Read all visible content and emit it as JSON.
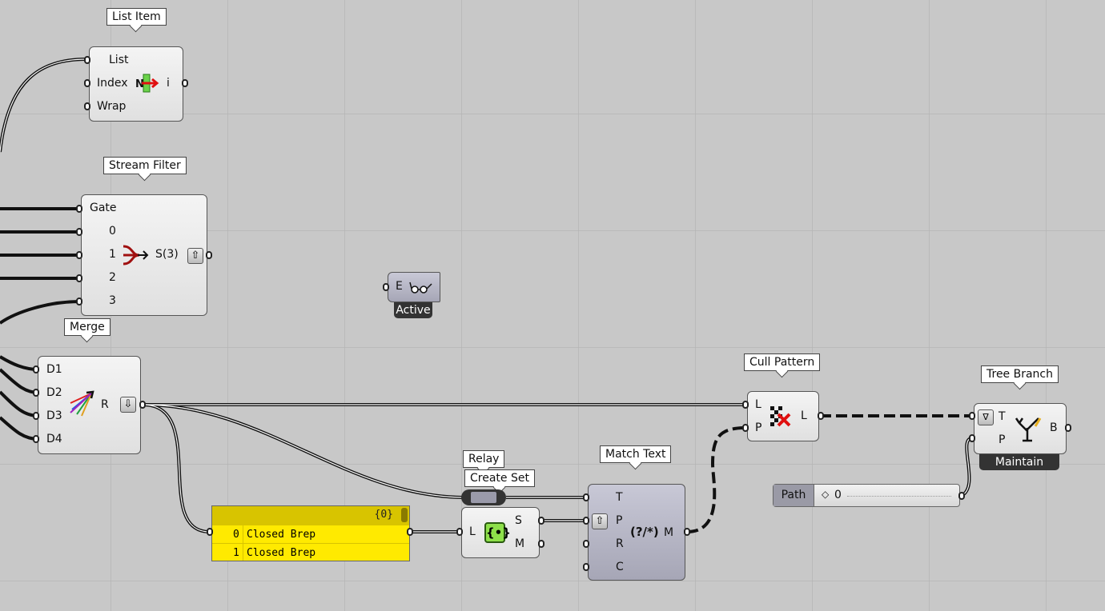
{
  "tooltips": {
    "list_item": "List Item",
    "stream_filter": "Stream Filter",
    "merge": "Merge",
    "relay": "Relay",
    "create_set": "Create Set",
    "match_text": "Match Text",
    "cull_pattern": "Cull Pattern",
    "tree_branch": "Tree Branch"
  },
  "list_item": {
    "inputs": [
      "List",
      "Index",
      "Wrap"
    ],
    "output": "i",
    "icon": "list-item-icon"
  },
  "stream_filter": {
    "inputs": [
      "Gate",
      "0",
      "1",
      "2",
      "3"
    ],
    "output": "S(3)",
    "icon": "stream-filter-icon"
  },
  "expression": {
    "input": "E",
    "badge": "Active",
    "icon": "eyeglasses-icon"
  },
  "merge": {
    "inputs": [
      "D1",
      "D2",
      "D3",
      "D4"
    ],
    "output": "R",
    "icon": "merge-icon"
  },
  "panel": {
    "path_label": "{0}",
    "rows": [
      {
        "index": "0",
        "value": "Closed Brep"
      },
      {
        "index": "1",
        "value": "Closed Brep"
      }
    ]
  },
  "create_set": {
    "input": "L",
    "outputs": [
      "S",
      "M"
    ],
    "icon": "create-set-icon"
  },
  "match_text": {
    "inputs": [
      "T",
      "P",
      "R",
      "C"
    ],
    "output": "M",
    "icon_text": "(?/*)"
  },
  "cull_pattern": {
    "inputs": [
      "L",
      "P"
    ],
    "output": "L",
    "icon": "cull-pattern-icon"
  },
  "tree_branch": {
    "inputs": [
      "T",
      "P"
    ],
    "output": "B",
    "badge": "Maintain",
    "icon": "tree-icon"
  },
  "path_param": {
    "label": "Path",
    "value": "0"
  },
  "colors": {
    "panel": "#ffea00",
    "wire": "#111111",
    "canvas": "#c8c8c8"
  }
}
